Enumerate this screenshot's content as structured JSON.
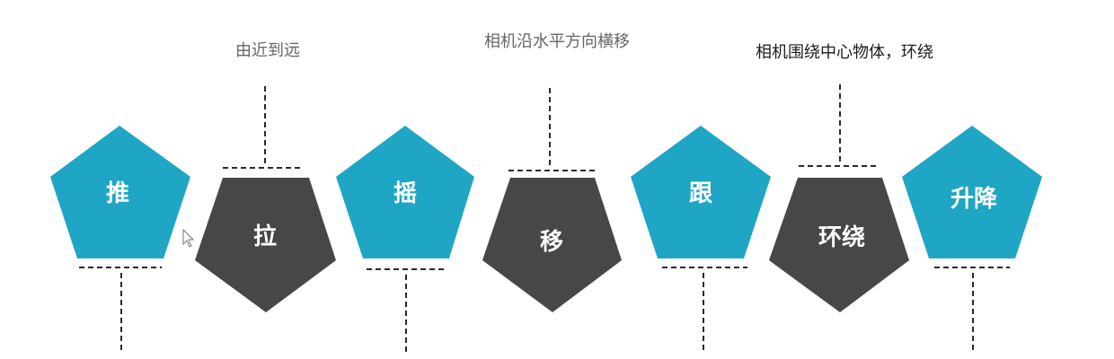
{
  "colors": {
    "teal": "#1fa6c4",
    "dark": "#474747",
    "caption_light": "#666666",
    "caption_dark": "#1c1c1c"
  },
  "shapes": [
    {
      "label": "推",
      "color": "teal",
      "orientation": "up"
    },
    {
      "label": "拉",
      "color": "dark",
      "orientation": "down"
    },
    {
      "label": "摇",
      "color": "teal",
      "orientation": "up"
    },
    {
      "label": "移",
      "color": "dark",
      "orientation": "down"
    },
    {
      "label": "跟",
      "color": "teal",
      "orientation": "up"
    },
    {
      "label": "环绕",
      "color": "dark",
      "orientation": "down"
    },
    {
      "label": "升降",
      "color": "teal",
      "orientation": "up"
    }
  ],
  "captions": [
    {
      "text": "由近到远",
      "attached_to": "拉"
    },
    {
      "text": "相机沿水平方向横移",
      "attached_to": "移"
    },
    {
      "text": "相机围绕中心物体，环绕",
      "attached_to": "环绕"
    }
  ]
}
